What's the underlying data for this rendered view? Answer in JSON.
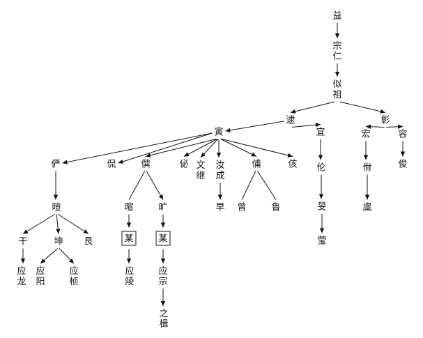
{
  "nodes": [
    {
      "id": "yi",
      "label": "益"
    },
    {
      "id": "zongren",
      "label": "宗仁"
    },
    {
      "id": "sizu",
      "label": "似祖"
    },
    {
      "id": "dai",
      "label": "逮"
    },
    {
      "id": "zhang",
      "label": "彰"
    },
    {
      "id": "yin",
      "label": "寅"
    },
    {
      "id": "yi2",
      "label": "宜"
    },
    {
      "id": "hong",
      "label": "宏"
    },
    {
      "id": "rong",
      "label": "容"
    },
    {
      "id": "yan",
      "label": "俨"
    },
    {
      "id": "kan",
      "label": "侃"
    },
    {
      "id": "zhuan",
      "label": "僎"
    },
    {
      "id": "bi",
      "label": "佖"
    },
    {
      "id": "wenji",
      "label": "文继"
    },
    {
      "id": "rucheng",
      "label": "汝成"
    },
    {
      "id": "fu",
      "label": "俌"
    },
    {
      "id": "gai",
      "label": "侅"
    },
    {
      "id": "lun",
      "label": "伦"
    },
    {
      "id": "yu",
      "label": "佾"
    },
    {
      "id": "jun",
      "label": "俊"
    },
    {
      "id": "hui",
      "label": "暟"
    },
    {
      "id": "xuan",
      "label": "暄"
    },
    {
      "id": "kuang",
      "label": "旷"
    },
    {
      "id": "zao",
      "label": "早"
    },
    {
      "id": "ceng",
      "label": "曾"
    },
    {
      "id": "lu",
      "label": "鲁"
    },
    {
      "id": "min",
      "label": "旻"
    },
    {
      "id": "yu2",
      "label": "虞"
    },
    {
      "id": "gan",
      "label": "干"
    },
    {
      "id": "kun",
      "label": "坤"
    },
    {
      "id": "liang",
      "label": "艮"
    },
    {
      "id": "mou1",
      "label": "某",
      "boxed": true
    },
    {
      "id": "mou2",
      "label": "某",
      "boxed": true
    },
    {
      "id": "ying",
      "label": "莹"
    },
    {
      "id": "yinglong",
      "label": "应龙"
    },
    {
      "id": "yingyang",
      "label": "应阳"
    },
    {
      "id": "yingzhen",
      "label": "应桢"
    },
    {
      "id": "yingling",
      "label": "应陵"
    },
    {
      "id": "yingzong",
      "label": "应宗"
    },
    {
      "id": "zhiji",
      "label": "之楫"
    }
  ],
  "edges": [
    {
      "from": "yi",
      "to": "zongren"
    },
    {
      "from": "zongren",
      "to": "sizu"
    },
    {
      "from": "sizu",
      "to": "dai"
    },
    {
      "from": "sizu",
      "to": "zhang"
    },
    {
      "from": "dai",
      "to": "yin"
    },
    {
      "from": "dai",
      "to": "yi2"
    },
    {
      "from": "zhang",
      "to": "hong"
    },
    {
      "from": "zhang",
      "to": "rong"
    },
    {
      "from": "yin",
      "to": "yan"
    },
    {
      "from": "yin",
      "to": "kan"
    },
    {
      "from": "yin",
      "to": "zhuan"
    },
    {
      "from": "yin",
      "to": "bi"
    },
    {
      "from": "yin",
      "to": "wenji"
    },
    {
      "from": "yin",
      "to": "rucheng"
    },
    {
      "from": "yin",
      "to": "fu"
    },
    {
      "from": "yin",
      "to": "gai"
    },
    {
      "from": "yi2",
      "to": "lun"
    },
    {
      "from": "hong",
      "to": "yu"
    },
    {
      "from": "rong",
      "to": "jun"
    },
    {
      "from": "yan",
      "to": "hui"
    },
    {
      "from": "zhuan",
      "to": "xuan"
    },
    {
      "from": "zhuan",
      "to": "kuang"
    },
    {
      "from": "rucheng",
      "to": "zao"
    },
    {
      "from": "fu",
      "to": "ceng"
    },
    {
      "from": "fu",
      "to": "lu"
    },
    {
      "from": "lun",
      "to": "min"
    },
    {
      "from": "yu",
      "to": "yu2"
    },
    {
      "from": "hui",
      "to": "gan"
    },
    {
      "from": "hui",
      "to": "kun"
    },
    {
      "from": "hui",
      "to": "liang"
    },
    {
      "from": "xuan",
      "to": "mou1"
    },
    {
      "from": "kuang",
      "to": "mou2"
    },
    {
      "from": "min",
      "to": "ying"
    },
    {
      "from": "gan",
      "to": "yinglong"
    },
    {
      "from": "kun",
      "to": "yingyang"
    },
    {
      "from": "kun",
      "to": "yingzhen"
    },
    {
      "from": "mou1",
      "to": "yingling"
    },
    {
      "from": "mou2",
      "to": "yingzong"
    },
    {
      "from": "yingzong",
      "to": "zhiji"
    }
  ]
}
